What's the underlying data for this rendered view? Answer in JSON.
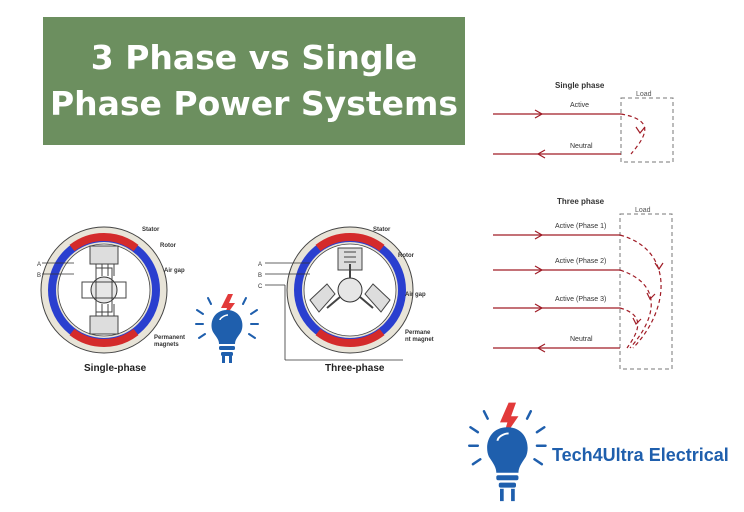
{
  "title": {
    "line1": "3 Phase vs Single",
    "line2": "Phase Power Systems"
  },
  "single_phase_circuit": {
    "heading": "Single phase",
    "load_label": "Load",
    "wires": [
      "Active",
      "Neutral"
    ]
  },
  "three_phase_circuit": {
    "heading": "Three phase",
    "load_label": "Load",
    "wires": [
      "Active (Phase 1)",
      "Active (Phase 2)",
      "Active (Phase 3)",
      "Neutral"
    ]
  },
  "single_phase_motor": {
    "caption": "Single-phase",
    "labels": {
      "stator": "Stator",
      "rotor": "Rotor",
      "air_gap": "Air gap",
      "magnets_1": "Permanent",
      "magnets_2": "magnets",
      "terminal_a": "A",
      "terminal_b": "B"
    }
  },
  "three_phase_motor": {
    "caption": "Three-phase",
    "labels": {
      "stator": "Stator",
      "rotor": "Rotor",
      "air_gap": "Air gap",
      "magnets_1": "Permane",
      "magnets_2": "nt magnet",
      "terminal_a": "A",
      "terminal_b": "B",
      "terminal_c": "C"
    }
  },
  "brand": {
    "name": "Tech4Ultra Electrical"
  },
  "icons": [
    "lightbulb-plug-icon",
    "lightning-bolt-icon"
  ],
  "colors": {
    "title_bg": "#6c8f5f",
    "wire": "#a01c26",
    "brand_blue": "#1f5fad",
    "bolt_red": "#e23a3a"
  }
}
